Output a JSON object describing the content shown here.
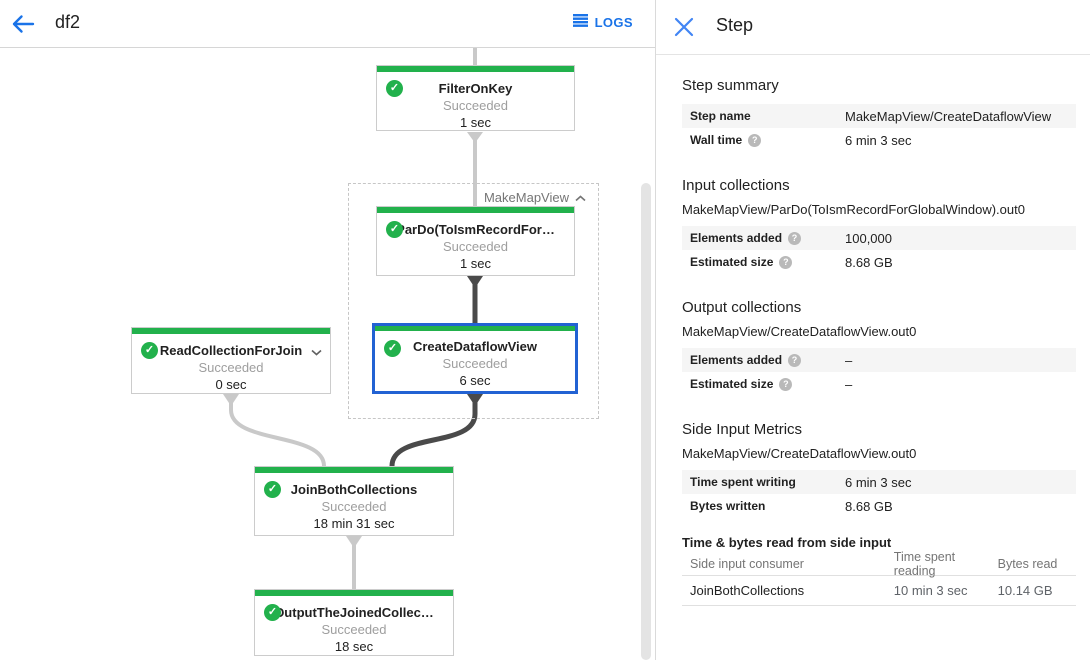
{
  "topbar": {
    "title": "df2",
    "logs_label": "LOGS"
  },
  "graph": {
    "group": {
      "label": "MakeMapView"
    },
    "nodes": [
      {
        "name": "FilterOnKey",
        "status": "Succeeded",
        "time": "1 sec"
      },
      {
        "name": "ParDo(ToIsmRecordFor…",
        "status": "Succeeded",
        "time": "1 sec"
      },
      {
        "name": "CreateDataflowView",
        "status": "Succeeded",
        "time": "6 sec",
        "selected": true
      },
      {
        "name": "ReadCollectionForJoin",
        "status": "Succeeded",
        "time": "0 sec"
      },
      {
        "name": "JoinBothCollections",
        "status": "Succeeded",
        "time": "18 min 31 sec"
      },
      {
        "name": "OutputTheJoinedCollec…",
        "status": "Succeeded",
        "time": "18 sec"
      }
    ]
  },
  "panel": {
    "title": "Step",
    "step_summary": {
      "heading": "Step summary",
      "rows": [
        {
          "label": "Step name",
          "value": "MakeMapView/CreateDataflowView"
        },
        {
          "label": "Wall time",
          "value": "6 min 3 sec"
        }
      ]
    },
    "input_collections": {
      "heading": "Input collections",
      "subtitle": "MakeMapView/ParDo(ToIsmRecordForGlobalWindow).out0",
      "rows": [
        {
          "label": "Elements added",
          "value": "100,000"
        },
        {
          "label": "Estimated size",
          "value": "8.68 GB"
        }
      ]
    },
    "output_collections": {
      "heading": "Output collections",
      "subtitle": "MakeMapView/CreateDataflowView.out0",
      "rows": [
        {
          "label": "Elements added",
          "value": "–"
        },
        {
          "label": "Estimated size",
          "value": "–"
        }
      ]
    },
    "side_input_metrics": {
      "heading": "Side Input Metrics",
      "subtitle": "MakeMapView/CreateDataflowView.out0",
      "rows": [
        {
          "label": "Time spent writing",
          "value": "6 min 3 sec"
        },
        {
          "label": "Bytes written",
          "value": "8.68 GB"
        }
      ]
    },
    "side_input_table": {
      "heading": "Time & bytes read from side input",
      "columns": [
        "Side input consumer",
        "Time spent reading",
        "Bytes read"
      ],
      "rows": [
        {
          "consumer": "JoinBothCollections",
          "time": "10 min 3 sec",
          "bytes": "10.14 GB"
        }
      ]
    }
  },
  "colors": {
    "node_green": "#22b14c",
    "selection_blue": "#2262d3",
    "accent_blue": "#1a73e8",
    "edge_light": "#c9c9c9",
    "edge_dark": "#4a4a4a"
  },
  "icons": {
    "check": "✓",
    "help": "?"
  }
}
